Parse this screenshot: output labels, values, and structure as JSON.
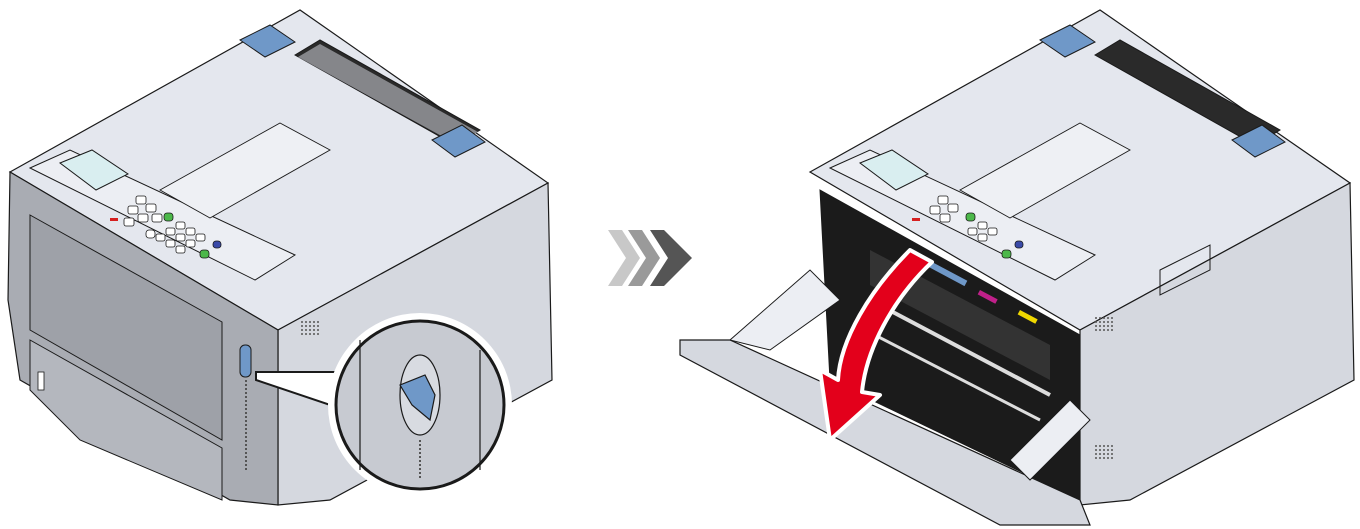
{
  "figure": {
    "steps": [
      {
        "id": "step-1",
        "label": "Printer with front cover closed; magnified view of blue front-cover open lever on left side"
      },
      {
        "id": "step-2",
        "label": "Front cover opened forward; red arrow shows opening direction"
      }
    ],
    "transition_icon": "triple-chevron-right-icon"
  },
  "colors": {
    "body_light": "#e4e7ee",
    "body_mid": "#c9ccd3",
    "body_dark": "#a8abb2",
    "outline": "#1a1a1a",
    "lever_blue": "#6f98c8",
    "lcd": "#d9eef0",
    "button_green": "#4cb84a",
    "button_blue": "#3a4aa8",
    "led_red": "#d62020",
    "arrow_red": "#e3001b",
    "chevron_1": "#c8c8c8",
    "chevron_2": "#9a9a9a",
    "chevron_3": "#555555",
    "magenta": "#c0208a",
    "yellow": "#f0d800",
    "interior_black": "#1b1b1b"
  }
}
